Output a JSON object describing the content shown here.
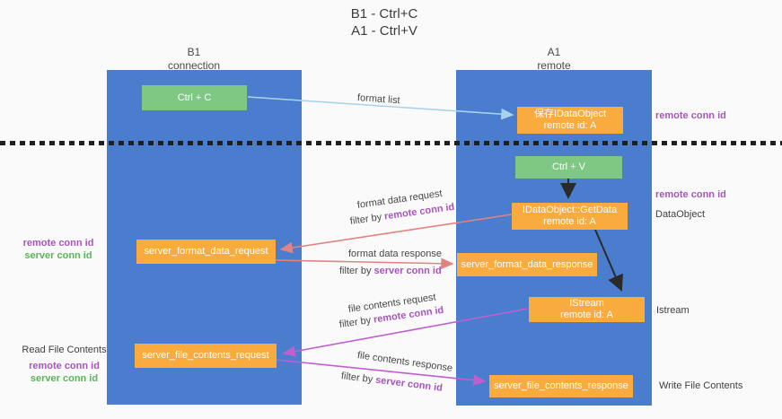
{
  "title": {
    "line1": "B1 - Ctrl+C",
    "line2": "A1 - Ctrl+V"
  },
  "lanes": {
    "left": {
      "name": "B1",
      "role": "connection"
    },
    "right": {
      "name": "A1",
      "role": "remote"
    }
  },
  "boxes": {
    "ctrl_c": {
      "label": "Ctrl + C"
    },
    "saved_dataobject": {
      "line1": "保存IDataObject",
      "line2": "remote id: A"
    },
    "ctrl_v": {
      "label": "Ctrl + V"
    },
    "getdata": {
      "line1": "IDataObject::GetData",
      "line2": "remote id: A"
    },
    "format_request": {
      "label": "server_format_data_request"
    },
    "format_response": {
      "label": "server_format_data_response"
    },
    "istream": {
      "line1": "IStream",
      "line2": "remote id: A"
    },
    "file_request": {
      "label": "server_file_contents_request"
    },
    "file_response": {
      "label": "server_file_contents_response"
    }
  },
  "annotations": {
    "right_remote_conn_id_top": "remote conn id",
    "right_remote_conn_id_mid": "remote conn id",
    "dataobject": "DataObject",
    "istream": "Istream",
    "write_file_contents": "Write File Contents",
    "left_remote_conn_id_mid": "remote conn id",
    "left_server_conn_id_mid": "server conn id",
    "read_file_contents": "Read File Contents",
    "left_remote_conn_id_bottom": "remote conn id",
    "left_server_conn_id_bottom": "server conn id"
  },
  "flows": {
    "format_list": {
      "label": "format list"
    },
    "format_request": {
      "label": "format data request",
      "filter_prefix": "filter by",
      "filter_term": "remote conn id"
    },
    "format_response": {
      "label": "format data response",
      "filter_prefix": "filter by",
      "filter_term": "server conn id"
    },
    "file_request": {
      "label": "file contents request",
      "filter_prefix": "filter by",
      "filter_term": "remote conn id"
    },
    "file_response": {
      "label": "file contents response",
      "filter_prefix": "filter by",
      "filter_term": "server conn id"
    }
  },
  "colors": {
    "bg": "#fafafa",
    "lane_blue": "#4a7dce",
    "box_orange": "#faab3e",
    "box_green": "#7ec884",
    "arrow_blue": "#a8d2ee",
    "arrow_red": "#e48181",
    "arrow_magenta": "#be5fcd",
    "arrow_black": "#2a2a2a",
    "text_purple": "#a855bb",
    "text_green": "#58b558"
  }
}
